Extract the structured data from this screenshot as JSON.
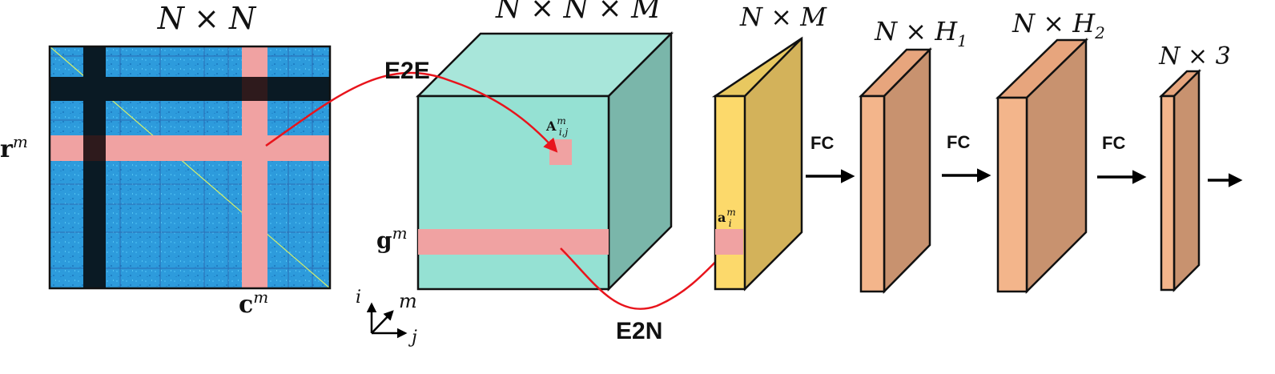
{
  "matrix": {
    "title_main": "N × N",
    "row_label": "r",
    "row_sup": "m",
    "col_label": "c",
    "col_sup": "m"
  },
  "cube": {
    "title_main": "N × N × M",
    "cell_label": "A",
    "cell_sup": "m",
    "cell_sub": "i,j",
    "slice_label": "g",
    "slice_sup": "m"
  },
  "axes": {
    "i": "i",
    "j": "j",
    "m": "m"
  },
  "arrows": {
    "e2e": "E2E",
    "e2n": "E2N"
  },
  "layers": [
    {
      "label": "N × M",
      "color": "#fcd96b",
      "side": "#d3b25a"
    },
    {
      "label": "N × H",
      "sub": "1",
      "color": "#f3b58b",
      "side": "#c8926f"
    },
    {
      "label": "N × H",
      "sub": "2",
      "color": "#f3b58b",
      "side": "#c8926f"
    },
    {
      "label": "N × 3",
      "color": "#f3b58b",
      "side": "#c8926f"
    }
  ],
  "layer_cell": {
    "label": "a",
    "sup": "m",
    "sub": "i"
  },
  "fc_labels": [
    "FC",
    "FC",
    "FC"
  ],
  "colors": {
    "matrix_bg": "#2d9bdc",
    "highlight": "#f0a2a2",
    "cube_front": "#95e1d3",
    "cube_top": "#a8e6da",
    "cube_side": "#7ab6aa",
    "arrow_red": "#e8141c"
  }
}
